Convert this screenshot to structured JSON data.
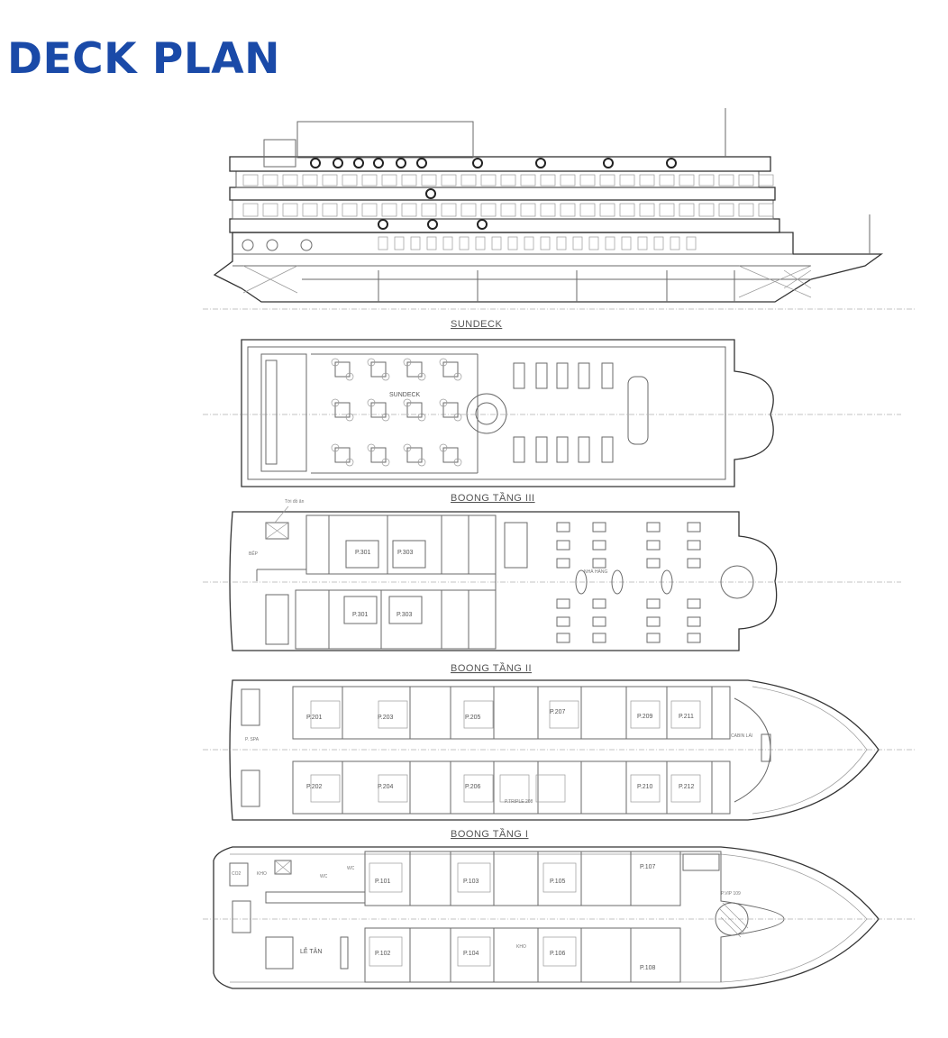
{
  "title": "DECK PLAN",
  "colors": {
    "title": "#1a4aa8",
    "lines": "#6a6a6a"
  },
  "decks": {
    "sundeck": {
      "label": "SUNDECK",
      "area": "SUNDECK"
    },
    "deck3": {
      "label": "BOONG TẦNG III",
      "rooms": {
        "food_lift": "Tời đồ ăn",
        "kitchen": "BẾP",
        "p301a": "P.301",
        "p303a": "P.303",
        "p301b": "P.301",
        "p303b": "P.303",
        "restaurant": "NHÀ HÀNG"
      }
    },
    "deck2": {
      "label": "BOONG TẦNG II",
      "rooms": {
        "spa": "P. SPA",
        "p201": "P.201",
        "p203": "P.203",
        "p205": "P.205",
        "p207": "P.207",
        "p209": "P.209",
        "p211": "P.211",
        "p202": "P.202",
        "p204": "P.204",
        "p206": "P.206",
        "triple208": "P.TRIPLE 208",
        "p210": "P.210",
        "p212": "P.212",
        "wheelhouse": "CABIN LÁI"
      }
    },
    "deck1": {
      "label": "BOONG TẦNG I",
      "rooms": {
        "co2": "CO2",
        "store1": "KHO",
        "wc1": "WC",
        "wc2": "WC",
        "p101": "P.101",
        "p103": "P.103",
        "p105": "P.105",
        "p107": "P.107",
        "vip109": "P.VIP 109",
        "reception": "LỄ TÂN",
        "p102": "P.102",
        "p104": "P.104",
        "store2": "KHO",
        "p106": "P.106",
        "p108": "P.108"
      }
    }
  }
}
